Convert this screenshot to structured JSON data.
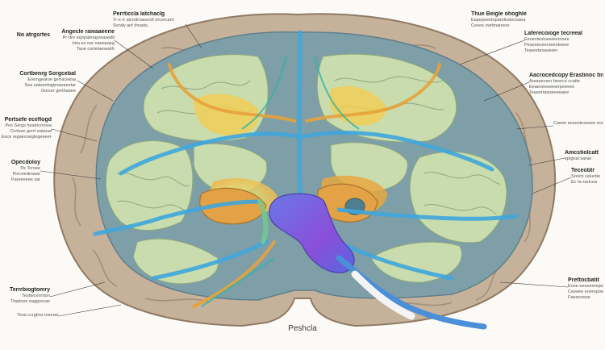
{
  "diagram": {
    "bottom_label": "Peshcla",
    "left_labels": [
      {
        "title": "Perrticcla Iatchaclg",
        "sub": [
          "Tr-e rr aicrotrrasceclt irrcercarrr",
          "Sondy aot thrasts."
        ]
      },
      {
        "title": "Angecle raieaaeerie",
        "sub": [
          "Pr-rtre eqopatnrapreasedti",
          "Inta ue oor naeepaeg",
          "Taoe cortetaesedrh"
        ]
      },
      {
        "title": "No atrgsrtes",
        "sub": []
      },
      {
        "title": "Cortbenrg Sorgcebal",
        "sub": [
          "Ererngearoe gerraceesa",
          "Sea oatoenlogteraeaeetar",
          "Gorsor gerthaeee"
        ]
      },
      {
        "title": "Pertsefe eceflogd",
        "sub": [
          "Pes Sergs heatocrnooa",
          "Cortsee gerrt eatanal",
          "Esce regaecoegtogeeeere"
        ]
      },
      {
        "title": "Opecdoloy",
        "sub": [
          "Pe Tcroee",
          "Porceedroaoe",
          "Pareeeeee sar"
        ]
      },
      {
        "title": "Terrrbiogtomry",
        "sub": [
          "Testtecerrrtion",
          "Ttaatcen eaggrecae"
        ]
      },
      {
        "title": "",
        "sub": [
          "Tsoa ccrgtrss tosorat"
        ]
      }
    ],
    "right_labels": [
      {
        "title": "Thue Beigle ohoghle",
        "sub": [
          "Eapepoeotoparelestocoaea",
          "Ceoes cwrbnaneon"
        ]
      },
      {
        "title": "Laferecoioge tecreeal",
        "sub": [
          "Eeoecteotoeeteeoroee",
          "Peaoseceeroeeotoeee",
          "Teaeortesaoeeer"
        ]
      },
      {
        "title": "Aacrocedcopy Erastinoc tirrerrs",
        "sub": [
          "Areaeeceer beerce ccatte",
          "Eeaeoeeeeeerrpeeeee",
          "Teaeorepeareeeaee"
        ]
      },
      {
        "title": "",
        "sub": [
          "Ceeee eesooteseeee eorrcee"
        ]
      },
      {
        "title": "Amcstiolcatt",
        "sub": [
          "epigoal sarae"
        ]
      },
      {
        "title": "Teceobtr",
        "sub": [
          "Sreich celuotie",
          "Ec ta sartcea"
        ]
      },
      {
        "title": "Prettocbatit",
        "sub": [
          "Eoee eeeoeerepee",
          "Ceeeee eoerepoe",
          "Faeeoooee"
        ]
      }
    ]
  }
}
